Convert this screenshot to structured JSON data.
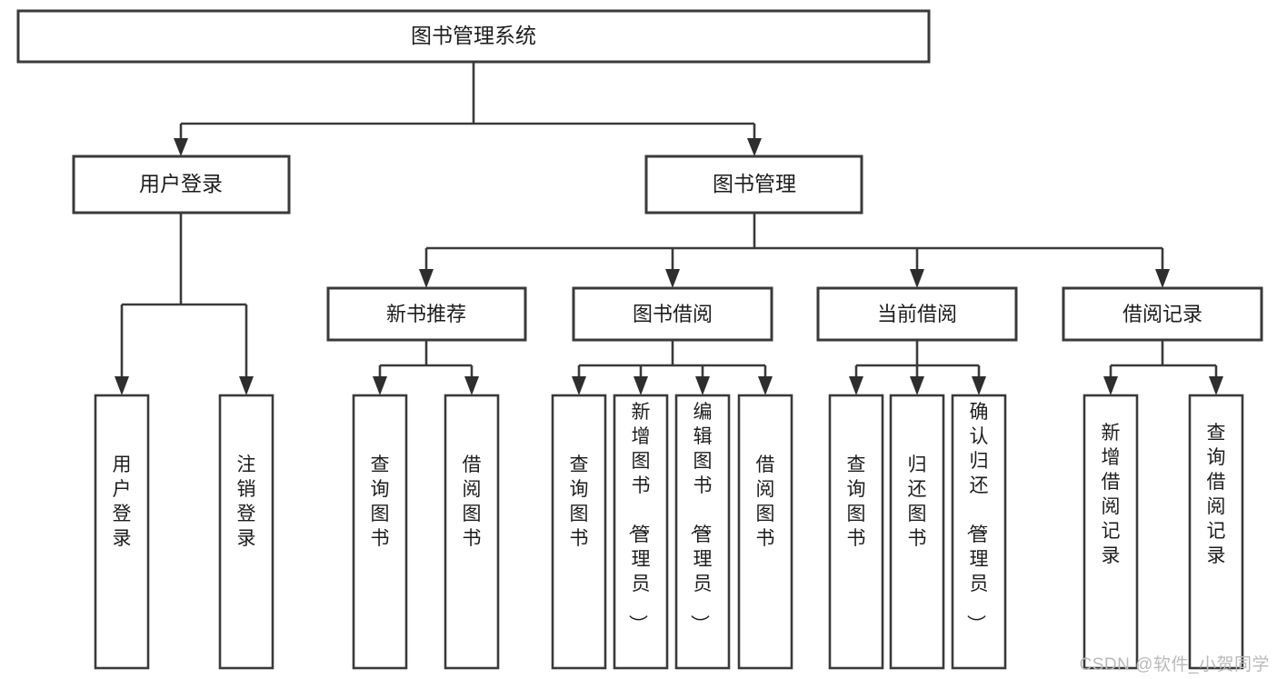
{
  "diagram": {
    "type": "tree-hierarchy",
    "title": "图书管理系统",
    "root": {
      "label": "图书管理系统"
    },
    "level1": [
      {
        "label": "用户登录"
      },
      {
        "label": "图书管理"
      }
    ],
    "level2": [
      {
        "label": "新书推荐",
        "parent": "图书管理"
      },
      {
        "label": "图书借阅",
        "parent": "图书管理"
      },
      {
        "label": "当前借阅",
        "parent": "图书管理"
      },
      {
        "label": "借阅记录",
        "parent": "图书管理"
      }
    ],
    "leaves": {
      "user_login": [
        {
          "label": "用户登录"
        },
        {
          "label": "注销登录"
        }
      ],
      "new_book_recommend": [
        {
          "label": "查询图书"
        },
        {
          "label": "借阅图书"
        }
      ],
      "book_borrow": [
        {
          "label": "查询图书"
        },
        {
          "label": "新增图书（管理员）"
        },
        {
          "label": "编辑图书（管理员）"
        },
        {
          "label": "借阅图书"
        }
      ],
      "current_borrow": [
        {
          "label": "查询图书"
        },
        {
          "label": "归还图书"
        },
        {
          "label": "确认归还（管理员）"
        }
      ],
      "borrow_record": [
        {
          "label": "新增借阅记录"
        },
        {
          "label": "查询借阅记录"
        }
      ]
    }
  },
  "watermark": {
    "text": "CSDN @软件_小贺同学"
  },
  "colors": {
    "stroke": "#3a3a3a",
    "text": "#1d1d1d",
    "background": "#ffffff",
    "watermark": "#b9b9b9"
  }
}
